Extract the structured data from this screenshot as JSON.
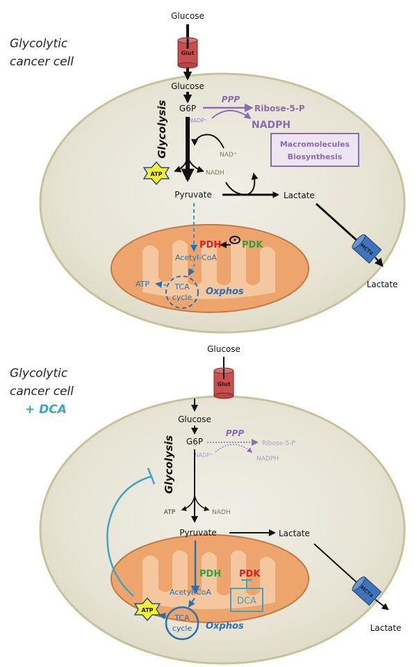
{
  "panels": [
    {
      "title_line1": "Glycolytic",
      "title_line2": "cancer cell",
      "glucose_outside": "Glucose",
      "transporter_in": "Glut",
      "glucose_inside": "Glucose",
      "g6p": "G6P",
      "ppp": "PPP",
      "ribose": "Ribose-5-P",
      "nadp": "NADP⁺",
      "nadph": "NADPH",
      "macro_line1": "Macromolecules",
      "macro_line2": "Biosynthesis",
      "glycolysis": "Glycolysis",
      "nad": "NAD⁺",
      "nadh": "NADH",
      "atp_cyto": "ATP",
      "pyruvate": "Pyruvate",
      "lactate_inside": "Lactate",
      "transporter_out": "MCT4",
      "lactate_outside": "Lactate",
      "pdh": "PDH",
      "pdk": "PDK",
      "acetyl_coa": "Acetyl-CoA",
      "atp_mito": "ATP",
      "tca_line1": "TCA",
      "tca_line2": "cycle",
      "oxphos": "Oxphos"
    },
    {
      "title_line1": "Glycolytic",
      "title_line2": "cancer cell",
      "title_line3": "+ DCA",
      "glucose_outside": "Glucose",
      "transporter_in": "Glut",
      "glucose_inside": "Glucose",
      "g6p": "G6P",
      "ppp": "PPP",
      "ribose": "Ribose-5-P",
      "nadp": "NADP⁺",
      "nadph": "NADPH",
      "glycolysis": "Glycolysis",
      "atp_cyto": "ATP",
      "nadh": "NADH",
      "pyruvate": "Pyruvate",
      "lactate_inside": "Lactate",
      "transporter_out": "MCT4",
      "lactate_outside": "Lactate",
      "pdh": "PDH",
      "pdk": "PDK",
      "dca": "DCA",
      "acetyl_coa": "Acetyl-CoA",
      "atp_mito": "ATP",
      "tca_line1": "TCA",
      "tca_line2": "cycle",
      "oxphos": "Oxphos"
    }
  ],
  "colors": {
    "cell_fill": "#e6e3d3",
    "cell_stroke": "#c8c29a",
    "mito_fill": "#eda56d",
    "mito_stroke": "#c5783f",
    "cristae": "#f6cfaa",
    "glut": "#c84f4f",
    "mct4": "#3f74b8",
    "ppp_purple": "#8b6bb3",
    "pdh_red": "#e02020",
    "pdk_green": "#2ea043",
    "tca_blue": "#2a6fb0",
    "dca_cyan": "#3aa6c4",
    "atp_star": "#f5f02a"
  }
}
